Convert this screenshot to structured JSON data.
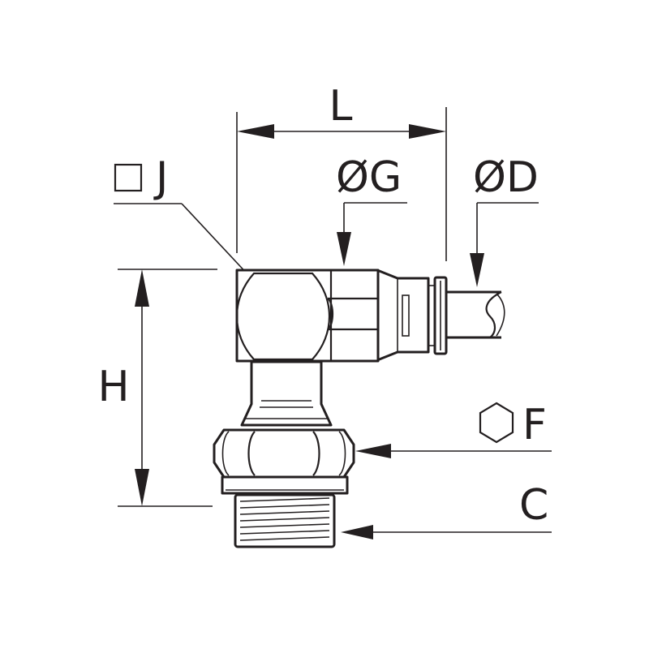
{
  "labels": {
    "L": "L",
    "J": "J",
    "G": "ØG",
    "D": "ØD",
    "H": "H",
    "F": "F",
    "C": "C"
  },
  "symbols": {
    "J": "square-icon",
    "F": "hexagon-icon"
  },
  "colors": {
    "ink": "#231f20",
    "background": "#ffffff"
  }
}
